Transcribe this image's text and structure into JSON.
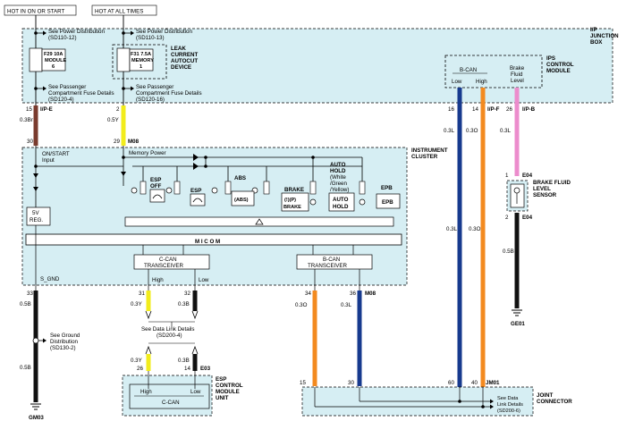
{
  "colors": {
    "module_fill": "#d6eef3",
    "wire_brown": "#7a3b2e",
    "wire_yellow": "#f2ec1b",
    "wire_blue": "#173a8e",
    "wire_orange": "#f38a1f",
    "wire_pink": "#ec8ccc",
    "wire_black": "#111111"
  },
  "header": {
    "hot_on_start": "HOT IN ON OR START",
    "hot_all_times": "HOT AT ALL TIMES"
  },
  "junction_box": {
    "name_line1": "I/P",
    "name_line2": "JUNCTION",
    "name_line3": "BOX",
    "power_dist_1": "See Power Distribution",
    "power_dist_1_ref": "(SD110-12)",
    "power_dist_2": "See Power Distribution",
    "power_dist_2_ref": "(SD110-13)",
    "fuse1_rating": "F29 10A",
    "fuse1_name_1": "MODULE",
    "fuse1_name_2": "6",
    "fuse2_rating": "F31 7.5A",
    "fuse2_name_1": "MEMORY",
    "fuse2_name_2": "1",
    "leak_1": "LEAK",
    "leak_2": "CURRENT",
    "leak_3": "AUTOCUT",
    "leak_4": "DEVICE",
    "pass_fuse_1a": "See Passenger",
    "pass_fuse_1b": "Compartment Fuse Details",
    "pass_fuse_1c": "(SD120-4)",
    "pass_fuse_2a": "See Passenger",
    "pass_fuse_2b": "Compartment Fuse Details",
    "pass_fuse_2c": "(SD120-16)",
    "conn_e": "I/P-E",
    "conn_f": "I/P-F",
    "conn_b": "I/P-B"
  },
  "ips_module": {
    "name_1": "IPS",
    "name_2": "CONTROL",
    "name_3": "MODULE",
    "bcan": "B-CAN",
    "low": "Low",
    "high": "High",
    "brake_1": "Brake",
    "brake_2": "Fluid",
    "brake_3": "Level"
  },
  "wires": {
    "w1_pin": "15",
    "w1_spec": "0.3Br",
    "w1_pin2": "30",
    "w2_pin": "2",
    "w2_spec": "0.5Y",
    "w2_pin2": "29",
    "w2_conn": "M08",
    "w3_pin": "16",
    "w3_spec": "0.3L",
    "w4_pin": "14",
    "w4_spec": "0.3O",
    "w5_pin": "26",
    "w5_spec": "0.3L"
  },
  "cluster": {
    "name_1": "INSTRUMENT",
    "name_2": "CLUSTER",
    "on_start": "ON/START",
    "input": "Input",
    "memory_power": "Memory Power",
    "reg_1": "5V",
    "reg_2": "REG.",
    "esp_off_1": "ESP",
    "esp_off_2": "OFF",
    "esp": "ESP",
    "abs": "ABS",
    "abs_icon": "(ABS)",
    "brake": "BRAKE",
    "brake_icon_1": "(!)(P)",
    "brake_icon_2": "BRAKE",
    "auto_1": "AUTO",
    "auto_2": "HOLD",
    "auto_3": "(White",
    "auto_4": "/Green",
    "auto_5": "/Yellow)",
    "auto_icon_1": "AUTO",
    "auto_icon_2": "HOLD",
    "epb": "EPB",
    "epb_icon": "EPB",
    "micom": "M I C O M",
    "ccan_1": "C-CAN",
    "ccan_2": "TRANSCEIVER",
    "bcan_1": "B-CAN",
    "bcan_2": "TRANSCEIVER",
    "s_gnd": "S_GND",
    "high": "High",
    "low": "Low"
  },
  "lower": {
    "pin33": "33",
    "spec33": "0.5B",
    "pin31": "31",
    "spec31": "0.3Y",
    "pin32": "32",
    "spec32": "0.3B",
    "pin34": "34",
    "spec34": "0.3O",
    "pin36": "36",
    "spec36": "0.3L",
    "m08": "M08",
    "gnd_dist_1": "See Ground",
    "gnd_dist_2": "Distribution",
    "gnd_dist_3": "(SD130-2)",
    "spec_low": "0.5B",
    "gm03": "GM03",
    "dl_1": "See Data Link Details",
    "dl_2": "(SD200-4)",
    "spec_y2": "0.3Y",
    "spec_b2": "0.3B",
    "pin26": "26",
    "pin14": "14",
    "e03": "E03",
    "esp_high": "High",
    "esp_low": "Low",
    "esp_ccan": "C-CAN",
    "esp_name_1": "ESP",
    "esp_name_2": "CONTROL",
    "esp_name_3": "MODULE",
    "esp_unit": "UNIT"
  },
  "right_side": {
    "spec_l": "0.3L",
    "spec_o": "0.3O",
    "spec_l2": "0.3L",
    "e04_top": "E04",
    "pin1": "1",
    "pin2": "2",
    "e04_bot": "E04",
    "sensor_1": "BRAKE FLUID",
    "sensor_2": "LEVEL",
    "sensor_3": "SENSOR",
    "spec_b": "0.5B",
    "ge01": "GE01"
  },
  "joint": {
    "pin15": "15",
    "pin30": "30",
    "pin60": "60",
    "pin40": "40",
    "jm01": "JM01",
    "name_1": "JOINT",
    "name_2": "CONNECTOR",
    "dl_1": "See Data",
    "dl_2": "Link Details",
    "dl_3": "(SD200-6)"
  }
}
